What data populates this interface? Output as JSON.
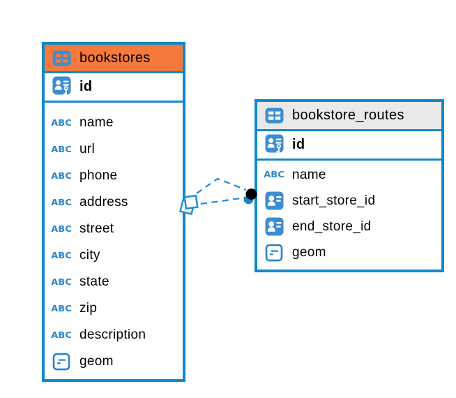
{
  "tables": [
    {
      "name": "bookstores",
      "header_color": "#F5793B",
      "columns": [
        {
          "name": "id",
          "type": "primary-key"
        },
        {
          "name": "name",
          "type": "text"
        },
        {
          "name": "url",
          "type": "text"
        },
        {
          "name": "phone",
          "type": "text"
        },
        {
          "name": "address",
          "type": "text"
        },
        {
          "name": "street",
          "type": "text"
        },
        {
          "name": "city",
          "type": "text"
        },
        {
          "name": "state",
          "type": "text"
        },
        {
          "name": "zip",
          "type": "text"
        },
        {
          "name": "description",
          "type": "text"
        },
        {
          "name": "geom",
          "type": "geometry"
        }
      ]
    },
    {
      "name": "bookstore_routes",
      "header_color": "#E9E9E9",
      "columns": [
        {
          "name": "id",
          "type": "primary-key"
        },
        {
          "name": "name",
          "type": "text"
        },
        {
          "name": "start_store_id",
          "type": "reference"
        },
        {
          "name": "end_store_id",
          "type": "reference"
        },
        {
          "name": "geom",
          "type": "geometry"
        }
      ]
    }
  ],
  "relationship": {
    "from_table": "bookstores",
    "to_table": "bookstore_routes",
    "line_style": "dashed"
  },
  "icons": {
    "text_type_label": "ABC"
  },
  "colors": {
    "table_border_blue": "#1188CC",
    "bookstores_header_orange": "#F5793B",
    "routes_header_gray": "#E9E9E9",
    "icon_blue": "#3D8DD1",
    "relationship_line_blue": "#2E8BD0",
    "endpoint_dot_black": "#000000"
  }
}
